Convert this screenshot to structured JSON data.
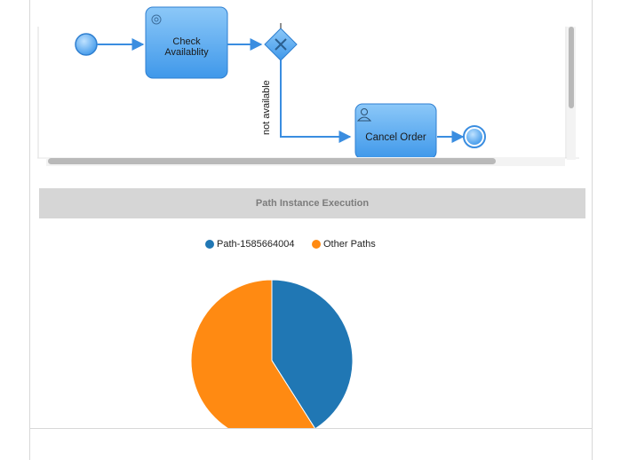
{
  "diagram": {
    "tasks": [
      {
        "name": "check-availability",
        "label_line1": "Check",
        "label_line2": "Availablity"
      },
      {
        "name": "cancel-order",
        "label": "Cancel Order"
      }
    ],
    "flow_label": "not available",
    "colors": {
      "task_fill": "#5aaef0",
      "task_stroke": "#2f7fd0",
      "flow": "#3a8de0"
    }
  },
  "section": {
    "title": "Path Instance Execution"
  },
  "chart_data": {
    "type": "pie",
    "series": [
      {
        "name": "Path-1585664004",
        "value": 41,
        "color": "#2077b4"
      },
      {
        "name": "Other Paths",
        "value": 59,
        "color": "#ff8a12"
      }
    ],
    "legend_position": "top-center"
  }
}
